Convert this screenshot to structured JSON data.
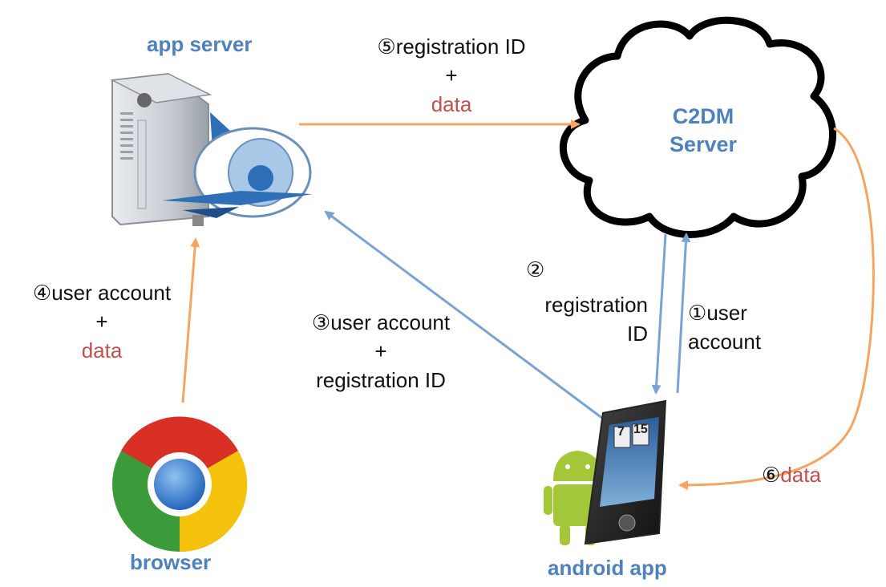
{
  "nodes": {
    "app_server": "app server",
    "c2dm_line1": "C2DM",
    "c2dm_line2": "Server",
    "browser": "browser",
    "android_app": "android app"
  },
  "phone": {
    "hour": "7",
    "minute": "15"
  },
  "steps": {
    "s1": {
      "num": "①",
      "line1": "user",
      "line2": "account"
    },
    "s2": {
      "num": "②",
      "line1": "registration",
      "line2": "ID"
    },
    "s3": {
      "num": "③",
      "line1": "user account",
      "plus": "+",
      "line2": "registration ID"
    },
    "s4": {
      "num": "④",
      "line1": "user account",
      "plus": "+",
      "line2": "data"
    },
    "s5": {
      "num": "⑤",
      "line1": "registration ID",
      "plus": "+",
      "line2": "data"
    },
    "s6": {
      "num": "⑥",
      "line2": "data"
    }
  },
  "colors": {
    "orange": "#f5a462",
    "blue": "#7aa3d3",
    "title_blue": "#4f81bd",
    "data_red": "#c0504d"
  }
}
